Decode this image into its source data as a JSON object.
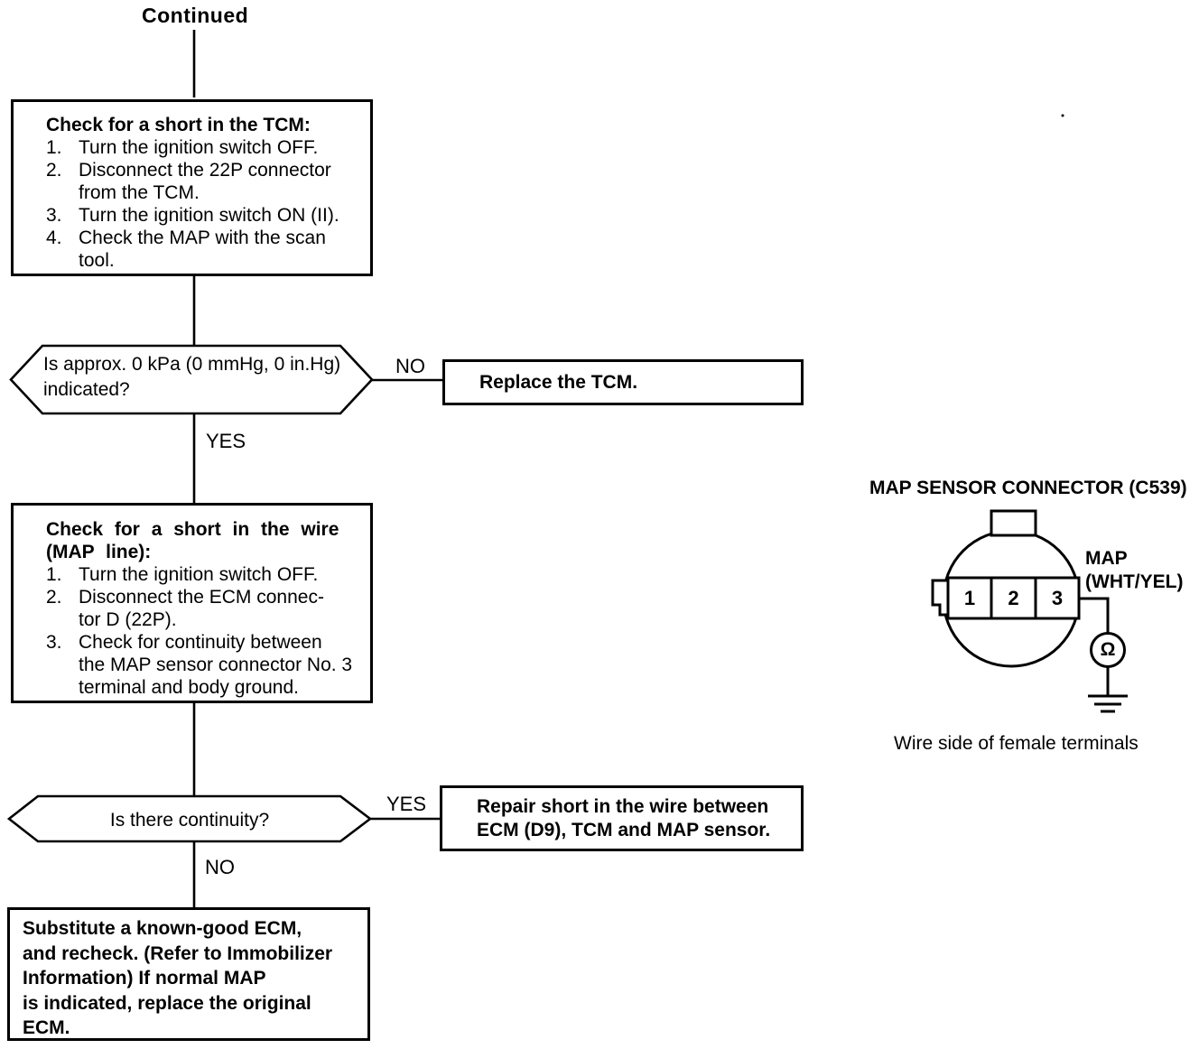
{
  "page": {
    "continued_label": "Continued"
  },
  "colors": {
    "ink": "#000000",
    "paper": "#ffffff"
  },
  "flowchart": {
    "check_tcm": {
      "title": "Check for a short in the TCM:",
      "steps": [
        {
          "num": "1.",
          "text": "Turn the ignition switch OFF."
        },
        {
          "num": "2.",
          "text": "Disconnect the 22P connector\nfrom the TCM."
        },
        {
          "num": "3.",
          "text": "Turn the ignition switch ON (II)."
        },
        {
          "num": "4.",
          "text": "Check the MAP with the scan\ntool."
        }
      ]
    },
    "decision_map": {
      "question": "Is approx. 0 kPa (0 mmHg, 0 in.Hg)\nindicated?",
      "no_label": "NO",
      "yes_label": "YES"
    },
    "replace_tcm": {
      "text": "Replace the TCM."
    },
    "check_wire": {
      "title": "Check for a short in the wire\n(MAP line):",
      "steps": [
        {
          "num": "1.",
          "text": "Turn the ignition switch OFF."
        },
        {
          "num": "2.",
          "text": "Disconnect the ECM connec-\ntor D (22P)."
        },
        {
          "num": "3.",
          "text": "Check for continuity between\nthe MAP sensor connector No. 3\nterminal and body ground."
        }
      ]
    },
    "decision_continuity": {
      "question": "Is there continuity?",
      "yes_label": "YES",
      "no_label": "NO"
    },
    "repair_short": {
      "text": "Repair short in the wire between\nECM (D9), TCM and MAP sensor."
    },
    "substitute_ecm": {
      "text": "Substitute a known-good ECM,\nand recheck. (Refer to Immobilizer\nInformation) If normal MAP\nis indicated, replace the original\nECM."
    }
  },
  "connector_diagram": {
    "title": "MAP SENSOR CONNECTOR (C539)",
    "terminals": [
      "1",
      "2",
      "3"
    ],
    "wire_label": "MAP\n(WHT/YEL)",
    "meter_symbol": "Ω",
    "caption": "Wire side of female terminals"
  }
}
